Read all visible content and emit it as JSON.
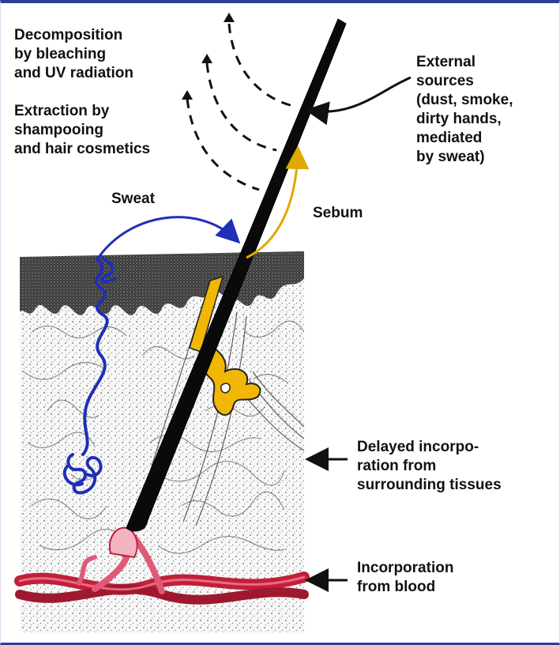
{
  "labels": {
    "decomposition": [
      "Decomposition",
      "by bleaching",
      "and UV radiation"
    ],
    "extraction": [
      "Extraction by",
      "shampooing",
      "and hair cosmetics"
    ],
    "external": [
      "External",
      "sources",
      "(dust, smoke,",
      "dirty hands,",
      "mediated",
      "by sweat)"
    ],
    "sweat": "Sweat",
    "sebum": "Sebum",
    "delayed": [
      "Delayed incorpo-",
      "ration from",
      "surrounding tissues"
    ],
    "blood": [
      "Incorporation",
      "from blood"
    ]
  },
  "colors": {
    "frame": "#2a3f9c",
    "hair": "#0a0a0a",
    "sweat": "#1f2fb8",
    "sebum": "#f2b705",
    "blood": "#c0203a",
    "papilla": "#e05a78",
    "epidermis": "#2b2b2b"
  }
}
